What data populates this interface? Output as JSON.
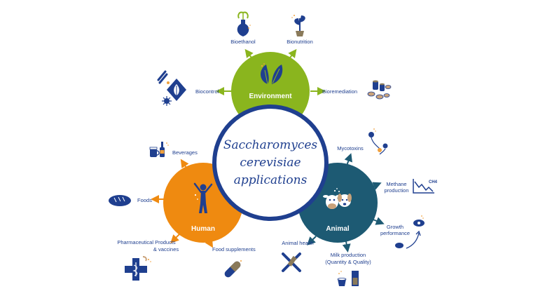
{
  "center": {
    "line1": "Saccharomyces",
    "line2": "cerevisiae",
    "line3": "applications"
  },
  "colors": {
    "environment": "#8ab51e",
    "human": "#ef8a10",
    "animal": "#1d5a73",
    "navy": "#1f3f8f",
    "accent_orange": "#f0a03c"
  },
  "environment": {
    "title": "Environment",
    "items": {
      "bioethanol": "Bioethanol",
      "bionutrition": "Bionutrition",
      "biocontrol": "Biocontrol",
      "bioremediation": "Bioremediation"
    }
  },
  "human": {
    "title": "Human",
    "items": {
      "beverages": "Beverages",
      "foods": "Foods",
      "pharma_line1": "Pharmaceutical Products",
      "pharma_line2": "& vaccines",
      "food_supplements": "Food supplements"
    }
  },
  "animal": {
    "title": "Animal",
    "items": {
      "mycotoxins": "Mycotoxins",
      "methane_line1": "Methane",
      "methane_line2": "production",
      "growth_line1": "Growth",
      "growth_line2": "performance",
      "animal_health": "Animal health",
      "milk_line1": "Milk production",
      "milk_line2": "(Quantity & Quality)",
      "ch4": "CH4"
    }
  }
}
